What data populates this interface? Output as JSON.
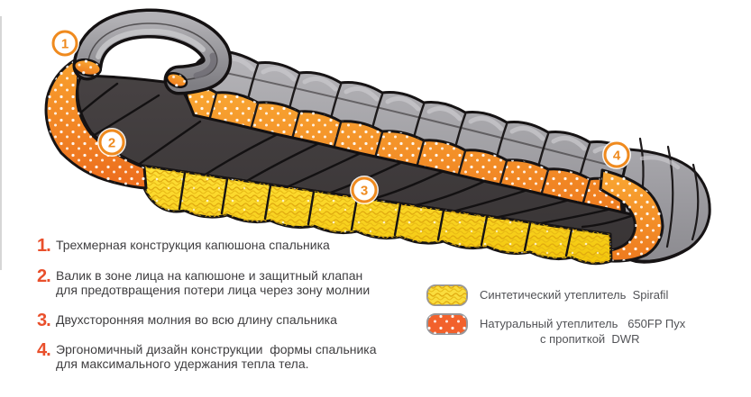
{
  "diagram": {
    "markers": [
      {
        "label": "1"
      },
      {
        "label": "2"
      },
      {
        "label": "3"
      },
      {
        "label": "4"
      }
    ]
  },
  "callouts": [
    {
      "num": "1.",
      "line1": "Трехмерная конструкция капюшона спальника",
      "line2": ""
    },
    {
      "num": "2.",
      "line1": "Валик в зоне лица на капюшоне и защитный клапан",
      "line2": "для предотвращения потери лица через зону молнии"
    },
    {
      "num": "3.",
      "line1": "Двухсторонняя молния во всю длину спальника",
      "line2": ""
    },
    {
      "num": "4.",
      "line1": "Эргономичный дизайн конструкции  формы спальника",
      "line2": "для максимального удержания тепла тела."
    }
  ],
  "legend": {
    "items": [
      {
        "swatch": "synthetic-yellow",
        "line1": "Синтетический утеплитель  Spirafil",
        "line2": ""
      },
      {
        "swatch": "down-orange",
        "line1": "Натуральный утеплитель   650FP Пух",
        "line2": "с пропиткой  DWR"
      }
    ]
  },
  "colors": {
    "accent_orange_ring": "#ef8a1e",
    "callout_number": "#e94f2b",
    "body_text": "#3f3e40",
    "legend_text": "#515256",
    "synthetic_yellow": "#ffd911",
    "down_orange": "#f2672c",
    "shell_gray": "#9b9a9f",
    "lining_dark": "#3e3a3b"
  }
}
